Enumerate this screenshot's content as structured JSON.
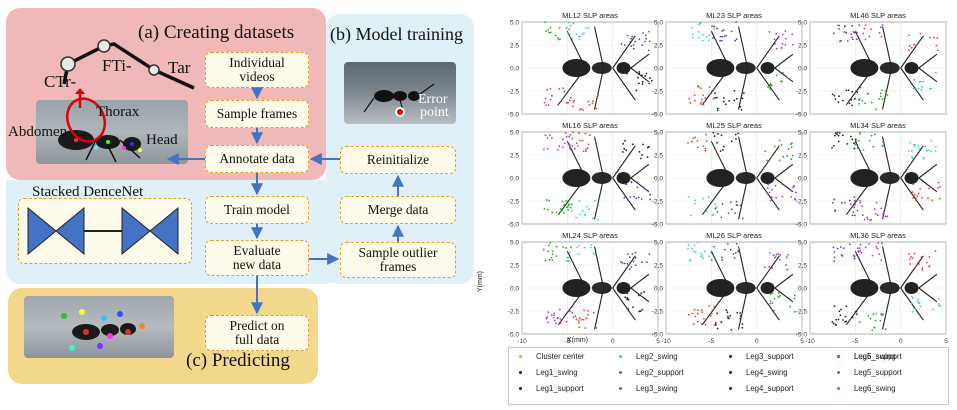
{
  "left_figure": {
    "panel_a_title": "(a) Creating datasets",
    "panel_b_title": "(b) Model training",
    "panel_c_title": "(c) Predicting",
    "stacked_label": "Stacked DenceNet",
    "joint_labels": {
      "ctr": "CTr-",
      "fti": "FTi-",
      "tar": "Tar",
      "thorax": "Thorax",
      "abdomen": "Abdomen",
      "head": "Head"
    },
    "error_point_label": [
      "Error",
      "point"
    ],
    "boxes": {
      "individual_videos": [
        "Individual",
        "videos"
      ],
      "sample_frames": [
        "Sample frames"
      ],
      "annotate_data": [
        "Annotate data"
      ],
      "train_model": [
        "Train model"
      ],
      "evaluate_new_data": [
        "Evaluate",
        "new data"
      ],
      "predict_full_data": [
        "Predict on",
        "full data"
      ],
      "reinitialize": [
        "Reinitialize"
      ],
      "merge_data": [
        "Merge data"
      ],
      "sample_outlier_frames": [
        "Sample outlier",
        "frames"
      ]
    },
    "colors": {
      "panel_a": "#f0b8b8",
      "panel_b": "#dff0f8",
      "panel_c": "#f3d78a",
      "band": "#dff0f8",
      "arrow": "#4472c4",
      "box_border": "#e0a020",
      "box_fill": "#fffbea",
      "hourglass": "#4472c4"
    }
  },
  "right_figure": {
    "chart_data": [
      {
        "type": "scatter",
        "title": "ML12 SLP areas"
      },
      {
        "type": "scatter",
        "title": "ML23 SLP areas"
      },
      {
        "type": "scatter",
        "title": "ML46 SLP areas"
      },
      {
        "type": "scatter",
        "title": "ML16 SLP areas"
      },
      {
        "type": "scatter",
        "title": "ML25 SLP areas"
      },
      {
        "type": "scatter",
        "title": "ML34 SLP areas"
      },
      {
        "type": "scatter",
        "title": "ML24 SLP areas"
      },
      {
        "type": "scatter",
        "title": "ML26 SLP areas"
      },
      {
        "type": "scatter",
        "title": "ML36 SLP areas"
      }
    ],
    "shared_axes": {
      "xlabel": "X(mm)",
      "ylabel": "Y(mm)",
      "xlim": [
        -10,
        5
      ],
      "ylim": [
        -5,
        5
      ],
      "xticks": [
        "-10",
        "-5",
        "0",
        "5"
      ],
      "yticks": [
        "5.0",
        "2.5",
        "0.0",
        "-2.5",
        "-5.0"
      ]
    },
    "legend": [
      {
        "label": "Cluster center",
        "color": "#d4b020"
      },
      {
        "label": "Leg1_swing",
        "color": "#222222"
      },
      {
        "label": "Leg1_support",
        "color": "#222222"
      },
      {
        "label": "Leg2_swing",
        "color": "#40c8c8"
      },
      {
        "label": "Leg2_support",
        "color": "#30a030"
      },
      {
        "label": "Leg3_swing",
        "color": "#30a030"
      },
      {
        "label": "Leg3_support",
        "color": "#222222"
      },
      {
        "label": "Leg4_swing",
        "color": "#222222"
      },
      {
        "label": "Leg4_support",
        "color": "#222222"
      },
      {
        "label": "Leg5_swing",
        "color": "#6040c0"
      },
      {
        "label": "Leg5_support",
        "color": "#c030c0"
      },
      {
        "label": "Leg6_swing",
        "color": "#e05080"
      },
      {
        "label": "Leg6_support",
        "color": "#e04030"
      }
    ]
  }
}
